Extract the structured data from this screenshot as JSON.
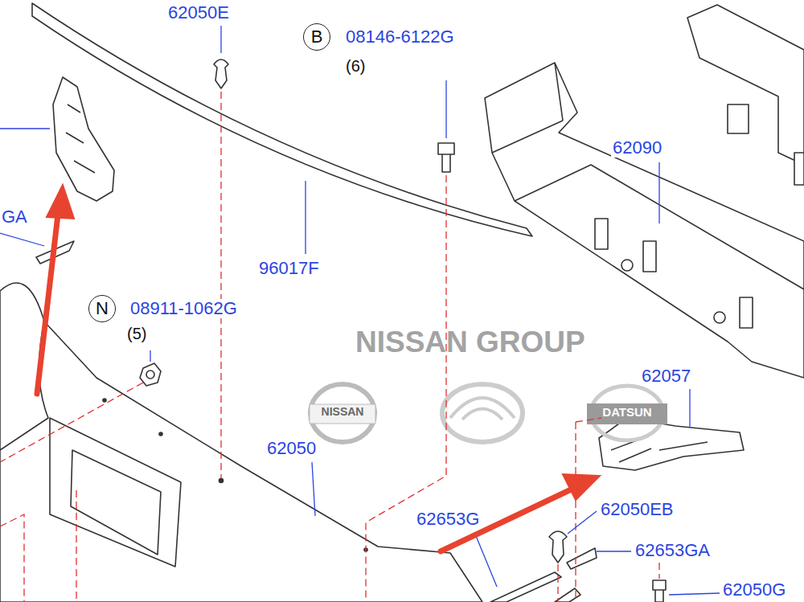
{
  "diagram": {
    "nodes": [
      {
        "text": [
          "B"
        ]
      },
      {
        "text": [
          "N"
        ]
      }
    ],
    "labels": [
      "62050E",
      "08146-6122G",
      "(6)",
      "62090",
      "96017F",
      "GA",
      "08911-1062G",
      "(5)",
      "NISSAN GROUP",
      "NISSAN",
      "DATSUN",
      "62050",
      "62057",
      "62653G",
      "62050EB",
      "62653GA",
      "62050G"
    ]
  }
}
